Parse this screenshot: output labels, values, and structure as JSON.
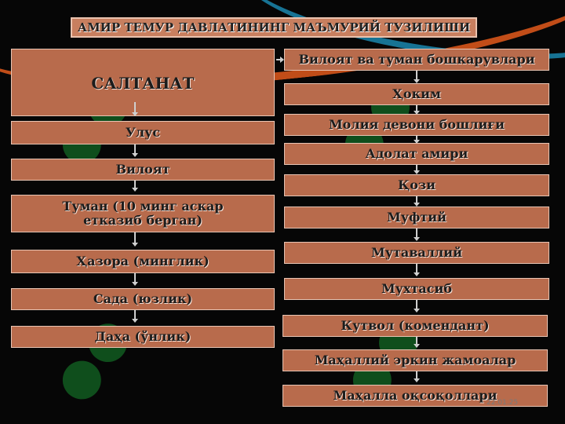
{
  "title": "АМИР ТЕМУР ДАВЛАТИНИНГ МАЪМУРИЙ ТУЗИЛИШИ",
  "left_column": [
    "САЛТАНАТ",
    "Улус",
    "Вилоят",
    "Туман (10 минг аскар етказиб берган)",
    "Ҳазора (минглик)",
    "Сада  (юзлик)",
    "Даҳа  (ўнлик)"
  ],
  "right_column": [
    "Вилоят ва туман бошкарувлари",
    "Ҳоким",
    "Молия девони бошлиғи",
    "Адолат амири",
    "Қози",
    "Муфтий",
    "Мутаваллий",
    "Мухтасиб",
    "Кутвол (комендант)",
    "Маҳаллий эркин жамоалар",
    "Маҳалла оқсоқоллари"
  ],
  "date": "22.01.25",
  "colors": {
    "box": "#b86b4c",
    "border": "#e8c5b4",
    "background": "#060606"
  }
}
